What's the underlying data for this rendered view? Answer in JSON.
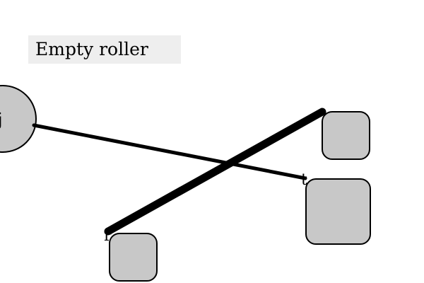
{
  "title": "Empty roller",
  "colors": {
    "background": "#ffffff",
    "title_bg": "#eeeeee",
    "shape_fill": "#c8c8c8",
    "stroke": "#000000"
  },
  "nodes": {
    "circle": {
      "label": "j"
    }
  },
  "line_labels": {
    "thin_end": "t",
    "thick_start": "r"
  }
}
